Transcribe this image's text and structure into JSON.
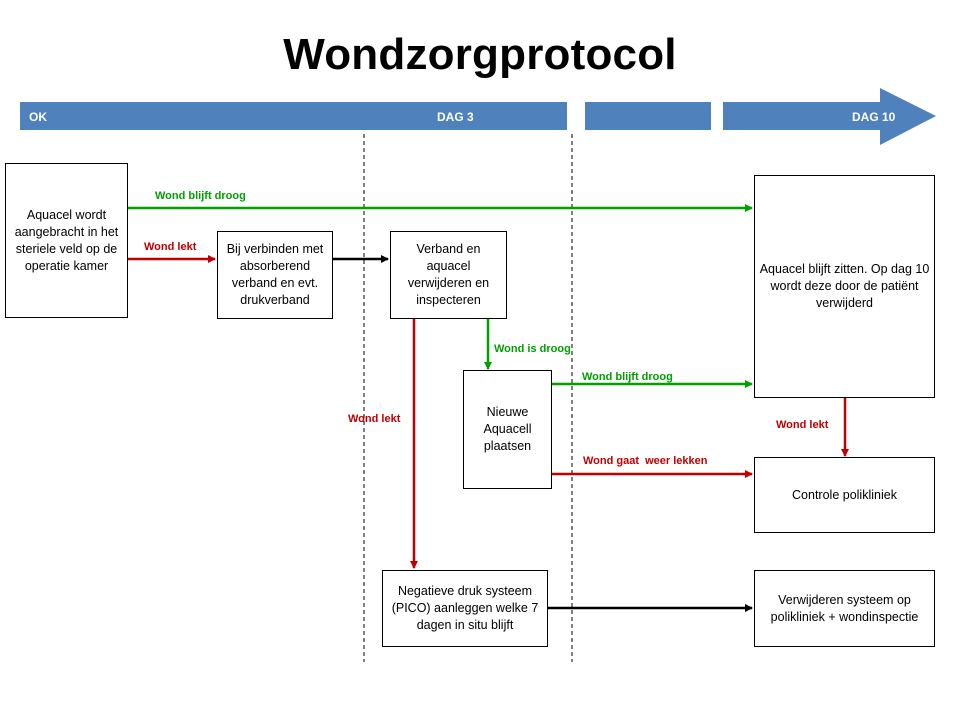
{
  "title": "Wondzorgprotocol",
  "timeline": {
    "start_label": "OK",
    "mid_label": "DAG 3",
    "end_label": "DAG 10",
    "color": "#4f81bd"
  },
  "boxes": {
    "ok": "Aquacel wordt aangebracht in het steriele veld op de operatie kamer",
    "bij_verbinden": "Bij verbinden met absorberend verband en evt. drukverband",
    "verband_verwijderen": "Verband en aquacel verwijderen en inspecteren",
    "nieuwe_aquacell": "Nieuwe Aquacell plaatsen",
    "aquacel_blijft": "Aquacel blijft zitten. Op dag 10 wordt deze door de patiënt verwijderd",
    "controle": "Controle polikliniek",
    "pico": "Negatieve druk systeem (PICO) aanleggen welke 7 dagen in situ blijft",
    "verwijderen_systeem": "Verwijderen systeem op polikliniek + wondinspectie"
  },
  "labels": {
    "wond_blijft_droog_top": "Wond blijft droog",
    "wond_lekt_left": "Wond lekt",
    "wond_is_droog": "Wond is droog",
    "wond_blijft_droog_mid": "Wond blijft droog",
    "wond_lekt_mid": "Wond lekt",
    "wond_lekt_right": "Wond lekt",
    "wond_gaat_weer_lekken": "Wond gaat  weer lekken"
  },
  "colors": {
    "green": "#00a000",
    "red": "#c00000",
    "black": "#000000"
  }
}
